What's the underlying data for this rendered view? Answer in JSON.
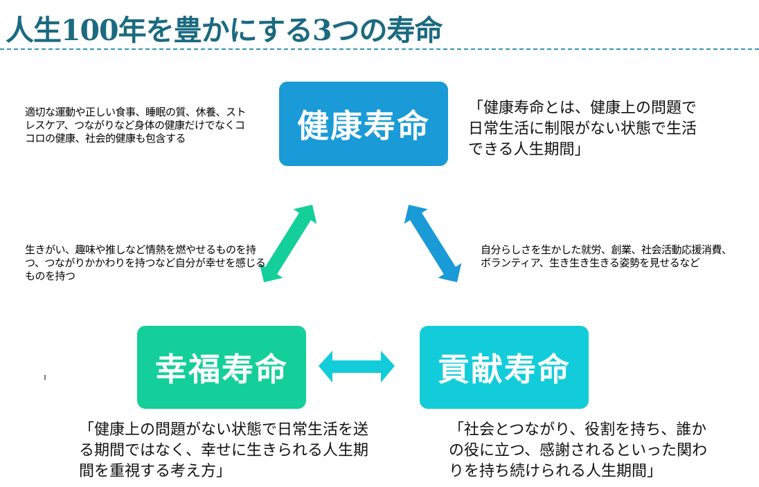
{
  "title": "人生100年を豊かにする3つの寿命",
  "colors": {
    "title": "#1b6a80",
    "divider": "#2f95b5",
    "health": "#1a9ad6",
    "happiness": "#14cf9a",
    "contribution": "#12cdd9"
  },
  "boxes": {
    "health": {
      "label": "健康寿命"
    },
    "happiness": {
      "label": "幸福寿命"
    },
    "contribution": {
      "label": "貢献寿命"
    }
  },
  "notes": {
    "health_desc": "適切な運動や正しい食事、睡眠の質、休養、ストレスケア、つながりなど身体の健康だけでなくココロの健康、社会的健康も包含する",
    "happiness_desc": "生きがい、趣味や推しなど情熱を燃やせるものを持つ、つながりかかわりを持つなど自分が幸せを感じるものを持つ",
    "contribution_desc": "自分らしさを生かした就労、創業、社会活動応援消費、ボランティア、生き生き生きる姿勢を見せるなど"
  },
  "quotes": {
    "health": "「健康寿命とは、健康上の問題で日常生活に制限がない状態で生活できる人生期間」",
    "happiness": "「健康上の問題がない状態で日常生活を送る期間ではなく、幸せに生きられる人生期間を重視する考え方」",
    "contribution": "「社会とつながり、役割を持ち、誰かの役に立つ、感謝されるといった関わりを持ち続けられる人生期間」"
  },
  "arrows": [
    {
      "name": "health-happiness-arrow",
      "from": "health",
      "to": "happiness",
      "color": "#14cf9a"
    },
    {
      "name": "health-contribution-arrow",
      "from": "health",
      "to": "contribution",
      "color": "#1a9ad6"
    },
    {
      "name": "happiness-contribution-arrow",
      "from": "happiness",
      "to": "contribution",
      "color": "#12cdd9"
    }
  ]
}
